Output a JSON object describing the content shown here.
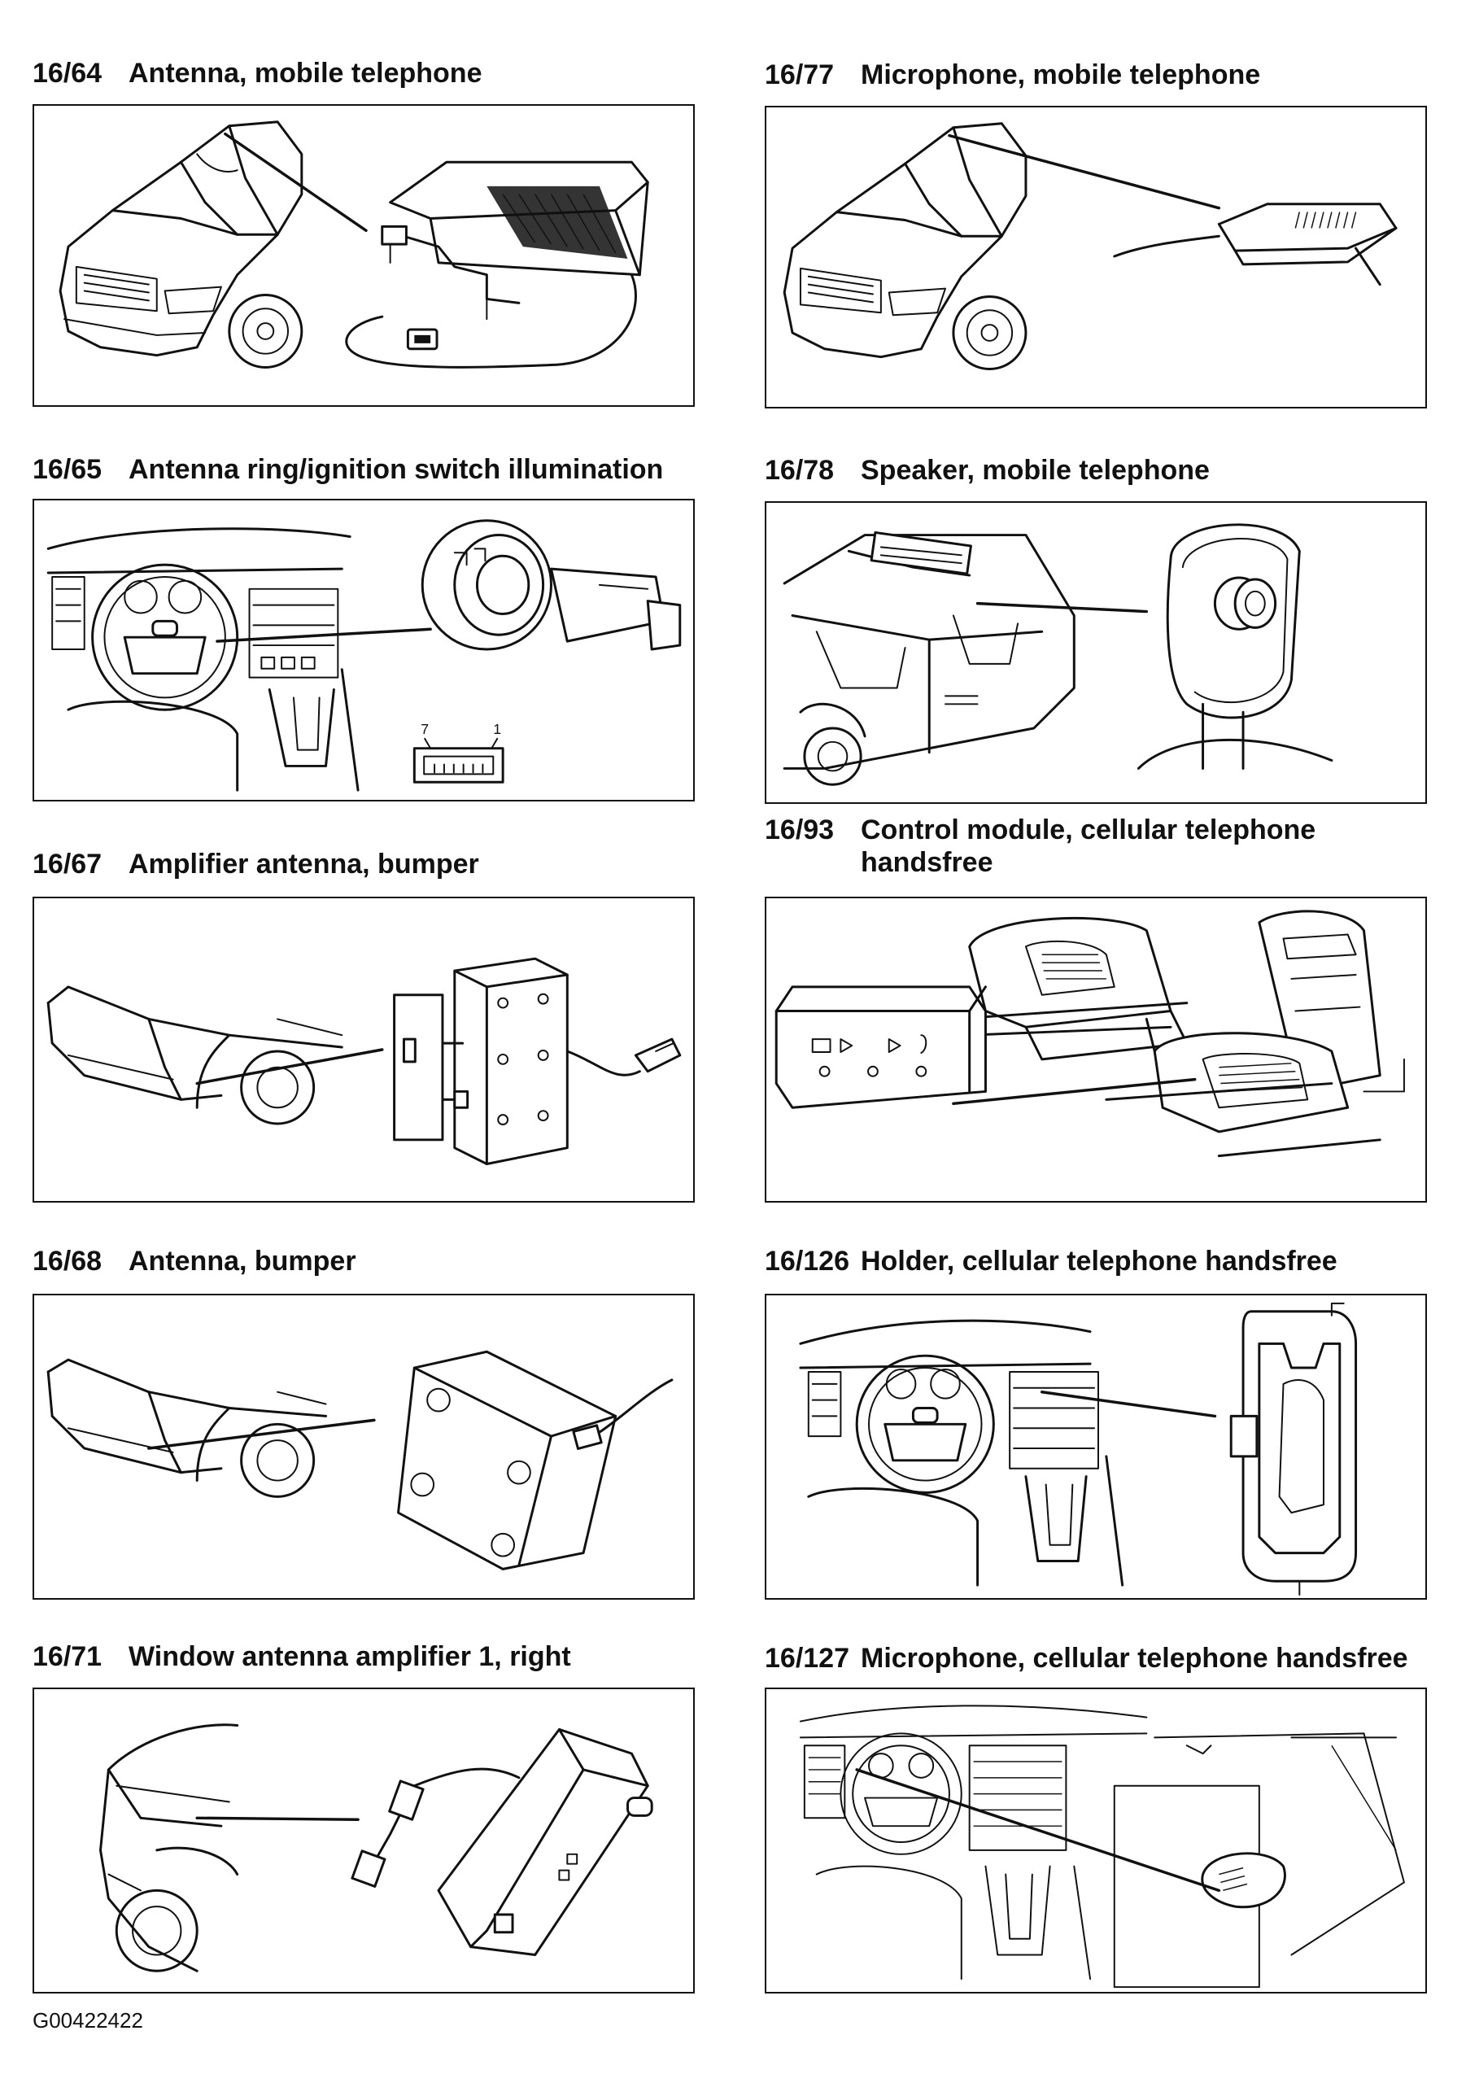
{
  "panels": [
    {
      "code": "16/64",
      "title": "Antenna, mobile telephone",
      "title_cont": ""
    },
    {
      "code": "16/77",
      "title": "Microphone, mobile telephone",
      "title_cont": ""
    },
    {
      "code": "16/65",
      "title": "Antenna ring/ignition switch illumination",
      "title_cont": "",
      "pin_left": "7",
      "pin_right": "1"
    },
    {
      "code": "16/78",
      "title": "Speaker, mobile telephone",
      "title_cont": ""
    },
    {
      "code": "16/67",
      "title": "Amplifier antenna, bumper",
      "title_cont": ""
    },
    {
      "code": "16/93",
      "title": "Control module, cellular telephone",
      "title_cont": "handsfree"
    },
    {
      "code": "16/68",
      "title": "Antenna, bumper",
      "title_cont": ""
    },
    {
      "code": "16/126",
      "title": "Holder, cellular telephone handsfree",
      "title_cont": ""
    },
    {
      "code": "16/71",
      "title": "Window antenna amplifier 1, right",
      "title_cont": ""
    },
    {
      "code": "16/127",
      "title": "Microphone, cellular telephone handsfree",
      "title_cont": ""
    }
  ],
  "footer": {
    "image_code": "G00422422"
  }
}
